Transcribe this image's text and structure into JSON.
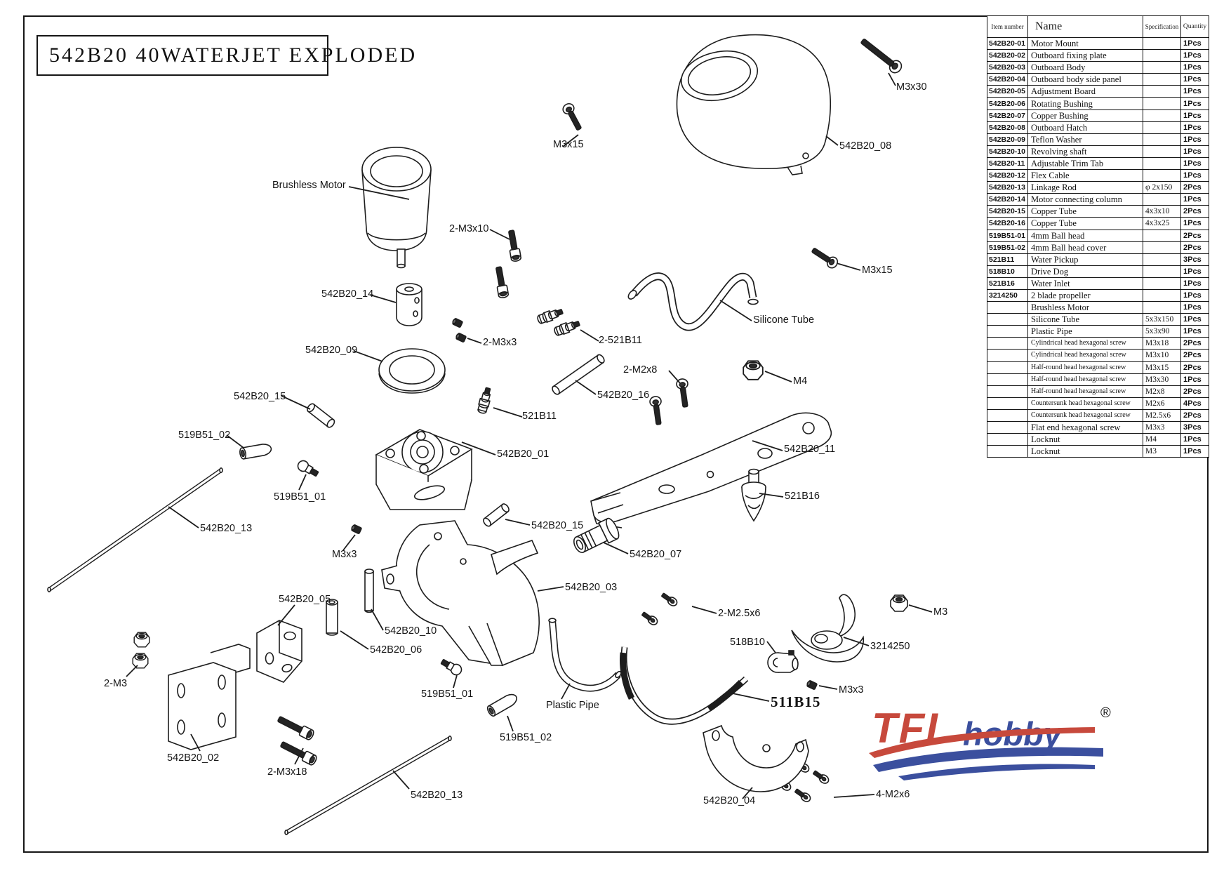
{
  "title": "542B20 40WATERJET EXPLODED",
  "table": {
    "headers": [
      "Item number",
      "Name",
      "Specification",
      "Quantity"
    ],
    "rows": [
      [
        "542B20-01",
        "Motor Mount",
        "",
        "1Pcs"
      ],
      [
        "542B20-02",
        "Outboard fixing plate",
        "",
        "1Pcs"
      ],
      [
        "542B20-03",
        "Outboard Body",
        "",
        "1Pcs"
      ],
      [
        "542B20-04",
        "Outboard body side panel",
        "",
        "1Pcs"
      ],
      [
        "542B20-05",
        "Adjustment Board",
        "",
        "1Pcs"
      ],
      [
        "542B20-06",
        "Rotating Bushing",
        "",
        "1Pcs"
      ],
      [
        "542B20-07",
        "Copper Bushing",
        "",
        "1Pcs"
      ],
      [
        "542B20-08",
        "Outboard Hatch",
        "",
        "1Pcs"
      ],
      [
        "542B20-09",
        "Teflon Washer",
        "",
        "1Pcs"
      ],
      [
        "542B20-10",
        "Revolving shaft",
        "",
        "1Pcs"
      ],
      [
        "542B20-11",
        "Adjustable Trim Tab",
        "",
        "1Pcs"
      ],
      [
        "542B20-12",
        "Flex Cable",
        "",
        "1Pcs"
      ],
      [
        "542B20-13",
        "Linkage Rod",
        "φ 2x150",
        "2Pcs"
      ],
      [
        "542B20-14",
        "Motor connecting column",
        "",
        "1Pcs"
      ],
      [
        "542B20-15",
        "Copper Tube",
        "4x3x10",
        "2Pcs"
      ],
      [
        "542B20-16",
        "Copper Tube",
        "4x3x25",
        "1Pcs"
      ],
      [
        "519B51-01",
        "4mm Ball head",
        "",
        "2Pcs"
      ],
      [
        "519B51-02",
        "4mm Ball head cover",
        "",
        "2Pcs"
      ],
      [
        "521B11",
        "Water Pickup",
        "",
        "3Pcs"
      ],
      [
        "518B10",
        "Drive Dog",
        "",
        "1Pcs"
      ],
      [
        "521B16",
        "Water Inlet",
        "",
        "1Pcs"
      ],
      [
        "3214250",
        "2 blade propeller",
        "",
        "1Pcs"
      ],
      [
        "",
        "Brushless Motor",
        "",
        "1Pcs"
      ],
      [
        "",
        "Silicone Tube",
        "5x3x150",
        "1Pcs"
      ],
      [
        "",
        "Plastic Pipe",
        "5x3x90",
        "1Pcs"
      ],
      [
        "",
        "Cylindrical head hexagonal screw",
        "M3x18",
        "2Pcs"
      ],
      [
        "",
        "Cylindrical head hexagonal screw",
        "M3x10",
        "2Pcs"
      ],
      [
        "",
        "Half-round head hexagonal screw",
        "M3x15",
        "2Pcs"
      ],
      [
        "",
        "Half-round head hexagonal screw",
        "M3x30",
        "1Pcs"
      ],
      [
        "",
        "Half-round head hexagonal screw",
        "M2x8",
        "2Pcs"
      ],
      [
        "",
        "Countersunk head hexagonal screw",
        "M2x6",
        "4Pcs"
      ],
      [
        "",
        "Countersunk head hexagonal screw",
        "M2.5x6",
        "2Pcs"
      ],
      [
        "",
        "Flat end hexagonal screw",
        "M3x3",
        "3Pcs"
      ],
      [
        "",
        "Locknut",
        "M4",
        "1Pcs"
      ],
      [
        "",
        "Locknut",
        "M3",
        "1Pcs"
      ]
    ]
  },
  "callouts": [
    {
      "text": "M3x30"
    },
    {
      "text": "542B20_08"
    },
    {
      "text": "M3x15"
    },
    {
      "text": "Brushless Motor"
    },
    {
      "text": "2-M3x10"
    },
    {
      "text": "542B20_14"
    },
    {
      "text": "2-M3x3"
    },
    {
      "text": "2-521B11"
    },
    {
      "text": "542B20_09"
    },
    {
      "text": "Silicone Tube"
    },
    {
      "text": "2-M2x8"
    },
    {
      "text": "M4"
    },
    {
      "text": "M3x15"
    },
    {
      "text": "542B20_16"
    },
    {
      "text": "521B11"
    },
    {
      "text": "542B20_15"
    },
    {
      "text": "519B51_02"
    },
    {
      "text": "542B20_01"
    },
    {
      "text": "519B51_01"
    },
    {
      "text": "542B20_13"
    },
    {
      "text": "542B20_11"
    },
    {
      "text": "M3x3"
    },
    {
      "text": "542B20_15"
    },
    {
      "text": "521B16"
    },
    {
      "text": "542B20_07"
    },
    {
      "text": "542B20_03"
    },
    {
      "text": "542B20_05"
    },
    {
      "text": "542B20_10"
    },
    {
      "text": "542B20_06"
    },
    {
      "text": "2-M2.5x6"
    },
    {
      "text": "518B10"
    },
    {
      "text": "M3"
    },
    {
      "text": "3214250"
    },
    {
      "text": "2-M3"
    },
    {
      "text": "519B51_01"
    },
    {
      "text": "Plastic Pipe"
    },
    {
      "text": "511B15"
    },
    {
      "text": "M3x3"
    },
    {
      "text": "542B20_02"
    },
    {
      "text": "2-M3x18"
    },
    {
      "text": "519B51_02"
    },
    {
      "text": "542B20_13"
    },
    {
      "text": "542B20_04"
    },
    {
      "text": "4-M2x6"
    }
  ],
  "logo": {
    "tfl": "TFL",
    "hobby": "hobby",
    "reg": "®",
    "colors": {
      "red": "#c7493c",
      "blue": "#3b4f9e"
    }
  }
}
